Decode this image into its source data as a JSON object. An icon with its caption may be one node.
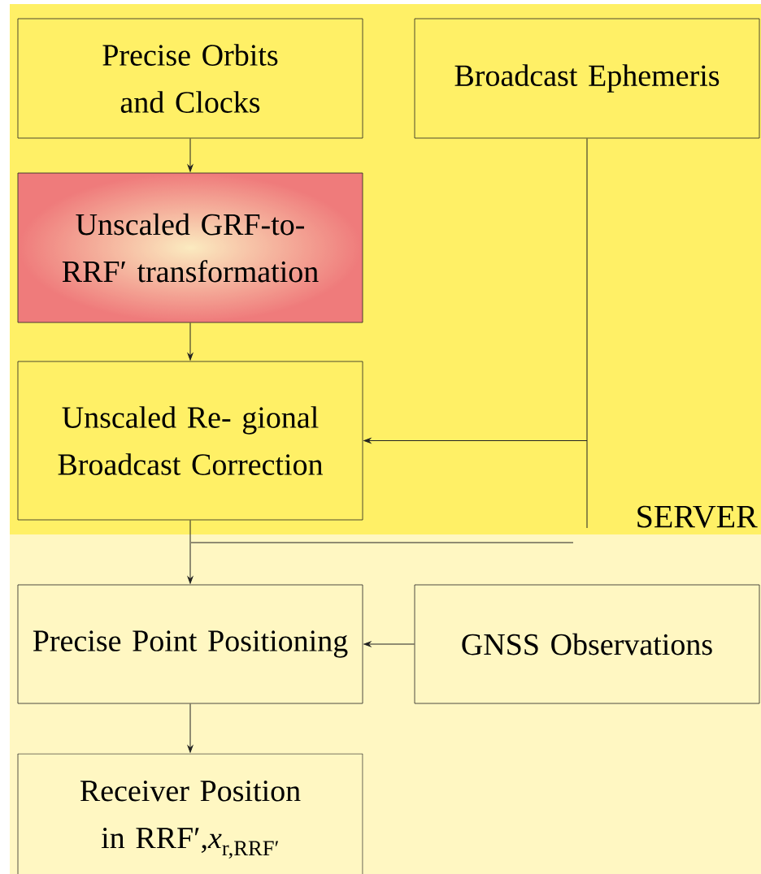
{
  "diagram": {
    "nodes": [
      {
        "text": [
          "Precise Orbits and Clocks"
        ]
      },
      {
        "text": [
          "Broadcast Ephemeris"
        ]
      },
      {
        "text": [
          "Unscaled GRF-to-RRF′ transformation"
        ]
      },
      {
        "text": [
          "Unscaled Re- gional Broadcast Correction"
        ]
      },
      {
        "text": [
          "Precise Point Positioning"
        ]
      },
      {
        "text": [
          "GNSS Observations"
        ]
      },
      {
        "text": [
          "Receiver Position in RRF′,*x*$_{r,RRF′}$"
        ]
      }
    ],
    "edges": [
      {
        "from": 0,
        "to": 2,
        "arrow": "to"
      },
      {
        "from": 2,
        "to": 3,
        "arrow": "to"
      },
      {
        "from": 1,
        "to": 3,
        "arrow": "to"
      },
      {
        "from": 3,
        "to": 4,
        "arrow": "to"
      },
      {
        "from": 5,
        "to": 4,
        "arrow": "to"
      },
      {
        "from": 4,
        "to": 6,
        "arrow": "to"
      }
    ],
    "labels": [
      "SERVER"
    ]
  }
}
